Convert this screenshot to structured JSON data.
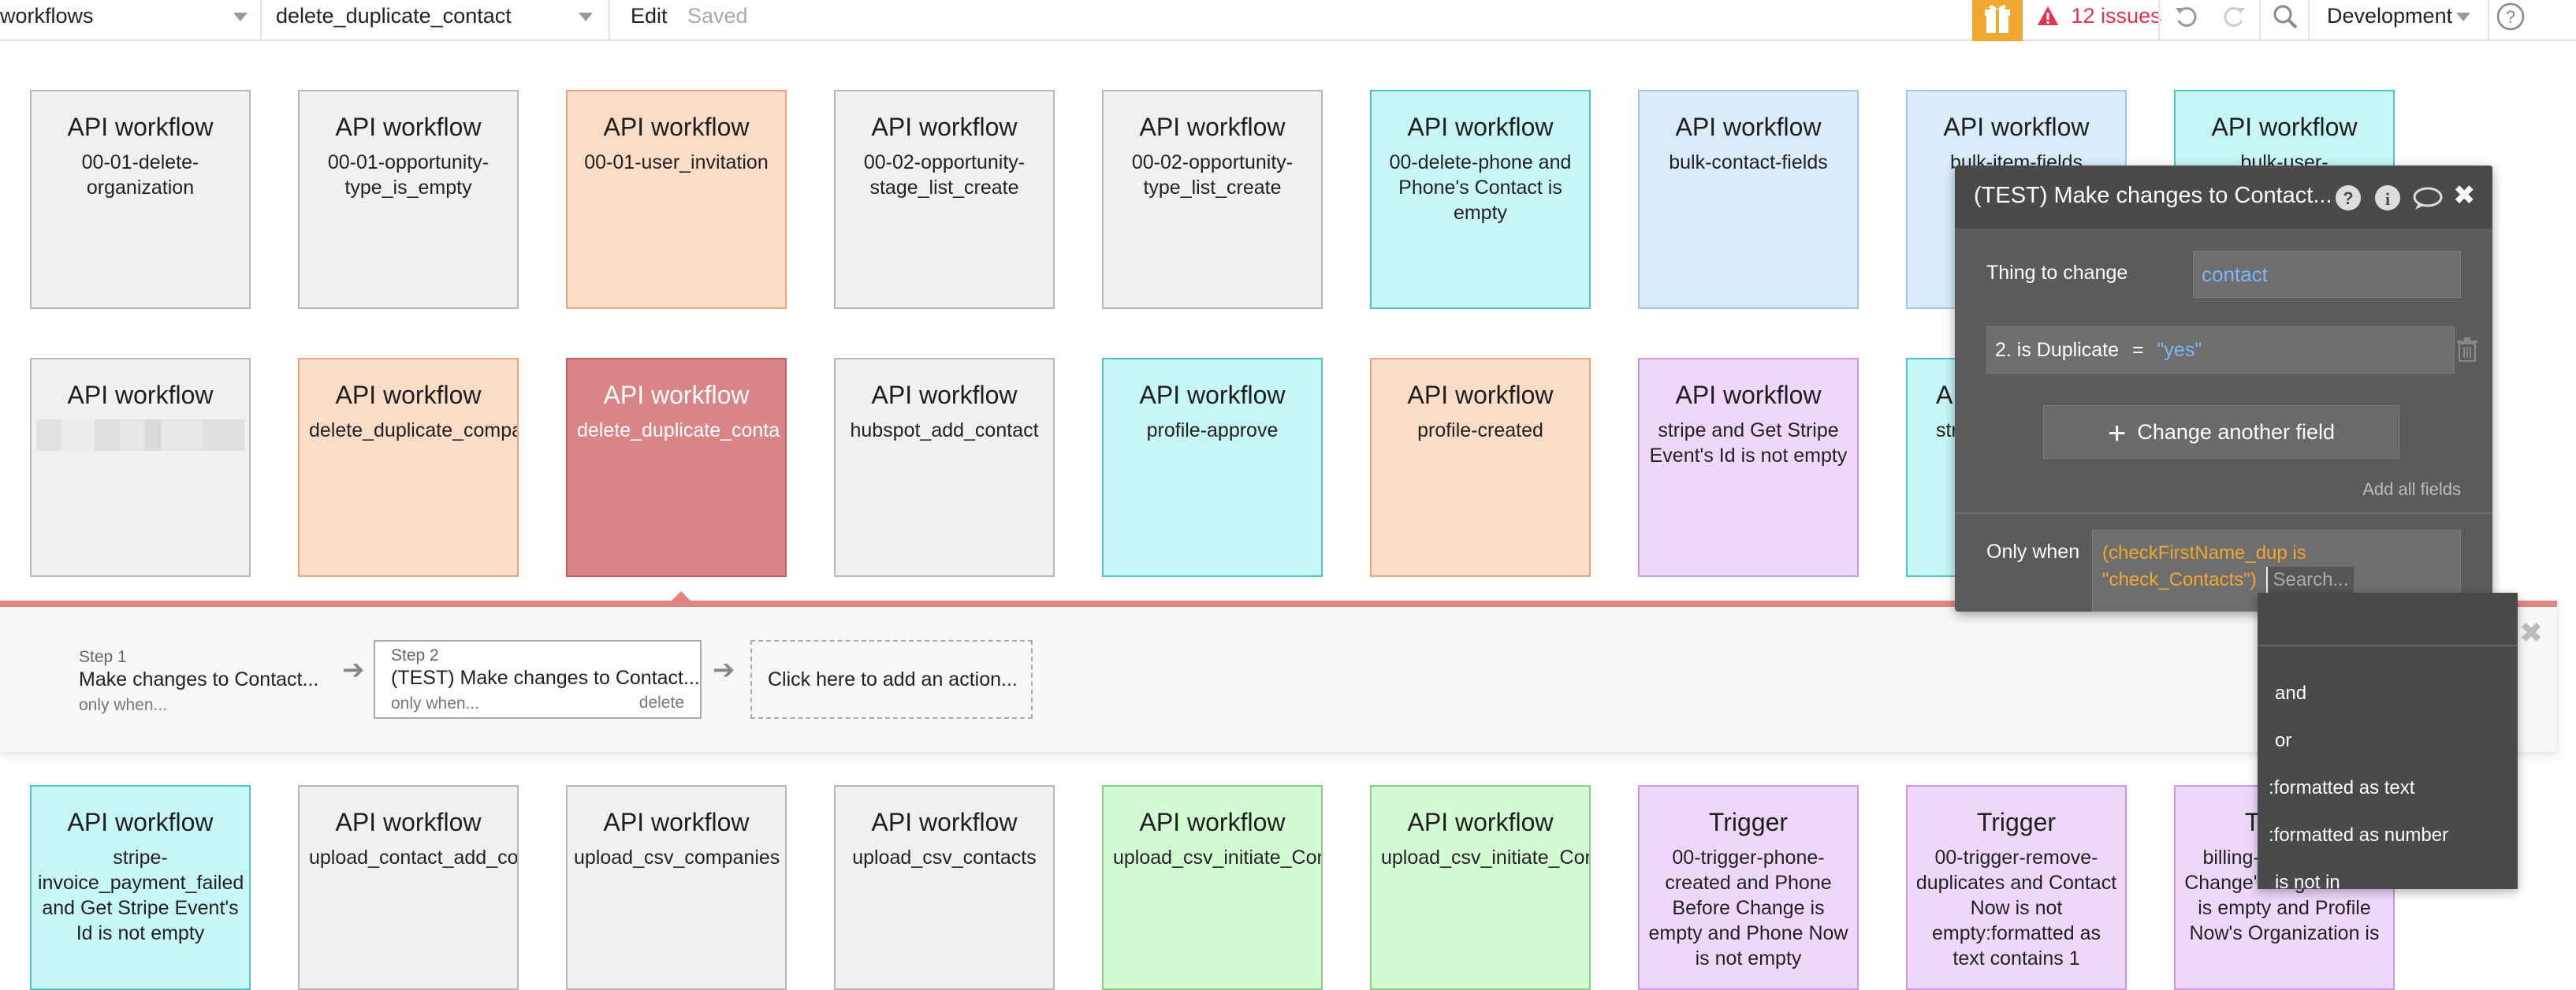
{
  "topbar": {
    "workflows_label": "workflows",
    "current_workflow": "delete_duplicate_contact",
    "edit_label": "Edit",
    "saved_label": "Saved",
    "issues_label": "12 issues",
    "environment": "Development",
    "accent_color": "#f0a830",
    "issues_color": "#e0334c"
  },
  "workflow_title": "API workflow",
  "trigger_title": "Trigger",
  "row1": [
    "00-01-delete-organization",
    "00-01-opportunity-type_is_empty",
    "00-01-user_invitation",
    "00-02-opportunity-stage_list_create",
    "00-02-opportunity-type_list_create",
    "00-delete-phone and Phone's Contact is empty",
    "bulk-contact-fields",
    "bulk-item-fields",
    "bulk-user-"
  ],
  "row2": [
    "",
    "delete_duplicate_compa",
    "delete_duplicate_conta",
    "hubspot_add_contact",
    "profile-approve",
    "profile-created",
    "stripe and Get Stripe Event's Id is not empty",
    "str",
    "A"
  ],
  "row3": [
    "stripe-invoice_payment_failed and Get Stripe Event's Id is not empty",
    "upload_contact_add_co",
    "upload_csv_companies",
    "upload_csv_contacts",
    "upload_csv_initiate_Com",
    "upload_csv_initiate_Con",
    "00-trigger-phone-created and Phone Before Change is empty and Phone Now is not empty",
    "00-trigger-remove-duplicates and Contact Now is not empty:formatted as text contains 1",
    "billing-p... and Pr... Change's Organization is empty and Profile Now's Organization is"
  ],
  "steps": {
    "step1_num": "Step 1",
    "step1_label": "Make changes to Contact...",
    "step1_when": "only when...",
    "step2_num": "Step 2",
    "step2_label": "(TEST) Make changes to Contact...",
    "step2_when": "only when...",
    "step2_delete": "delete",
    "add_action": "Click here to add an action..."
  },
  "property_editor": {
    "title": "(TEST) Make changes to Contact...",
    "thing_label": "Thing to change",
    "thing_value": "contact",
    "field_name": "2. is Duplicate",
    "field_op": "=",
    "field_value": "\"yes\"",
    "change_another": "Change another field",
    "add_all": "Add all fields",
    "only_when_label": "Only when",
    "expr_line1": "(checkFirstName_dup is",
    "expr_line2": "\"check_Contacts\")",
    "search_placeholder": "Search..."
  },
  "dropdown": {
    "items": [
      "and",
      "or",
      ":formatted as text",
      ":formatted as number",
      "is not in"
    ]
  }
}
